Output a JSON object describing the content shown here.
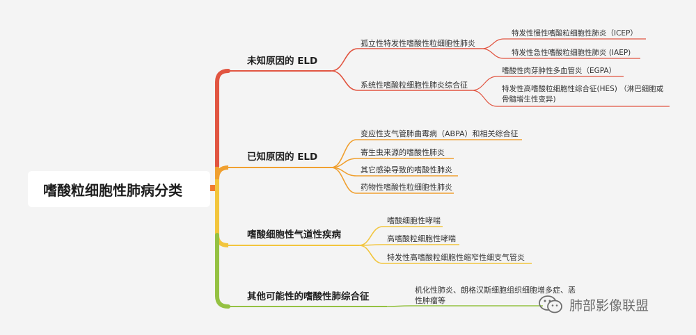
{
  "root": {
    "label": "嗜酸粒细胞性肺病分类"
  },
  "branches": [
    {
      "label": "未知原因的 ELD",
      "color": "#e15541",
      "children": [
        {
          "label": "孤立性特发性嗜酸性粒细胞性肺炎",
          "children": [
            {
              "label": "特发性慢性嗜酸粒细胞性肺炎（ICEP）"
            },
            {
              "label": "特发性急性嗜酸粒细胞性肺炎 (IAEP)"
            }
          ]
        },
        {
          "label": "系统性嗜酸粒细胞性肺炎综合征",
          "children": [
            {
              "label": "嗜酸性肉芽肿性多血管炎（EGPA）"
            },
            {
              "label": "特发性高嗜酸粒细胞性综合征(HES) （淋巴细胞或骨髓增生性变异)"
            }
          ]
        }
      ]
    },
    {
      "label": "已知原因的 ELD",
      "color": "#f0a030",
      "children": [
        {
          "label": "变应性支气管肺曲霉病（ABPA）和相关综合征"
        },
        {
          "label": "寄生虫来源的嗜酸性肺炎"
        },
        {
          "label": "其它感染导致的嗜酸性肺炎"
        },
        {
          "label": "药物性嗜酸性粒细胞性肺炎"
        }
      ]
    },
    {
      "label": "嗜酸细胞性气道性疾病",
      "color": "#f2c53c",
      "children": [
        {
          "label": "嗜酸细胞性哮喘"
        },
        {
          "label": "高嗜酸粒细胞性哮喘"
        },
        {
          "label": "特发性高嗜酸粒细胞性缩窄性细支气管炎"
        }
      ]
    },
    {
      "label": "其他可能性的嗜酸性肺综合征",
      "color": "#94c142",
      "children": [
        {
          "label": "机化性肺炎、朗格汉斯细胞组织细胞增多症、恶性肿瘤等"
        }
      ]
    }
  ],
  "watermark": {
    "label": "肺部影像联盟",
    "icon": "wechat-icon"
  },
  "colors": {
    "background": "#f4f4f4",
    "root": "#ffffff",
    "orange_dot": "#f07b2e"
  }
}
